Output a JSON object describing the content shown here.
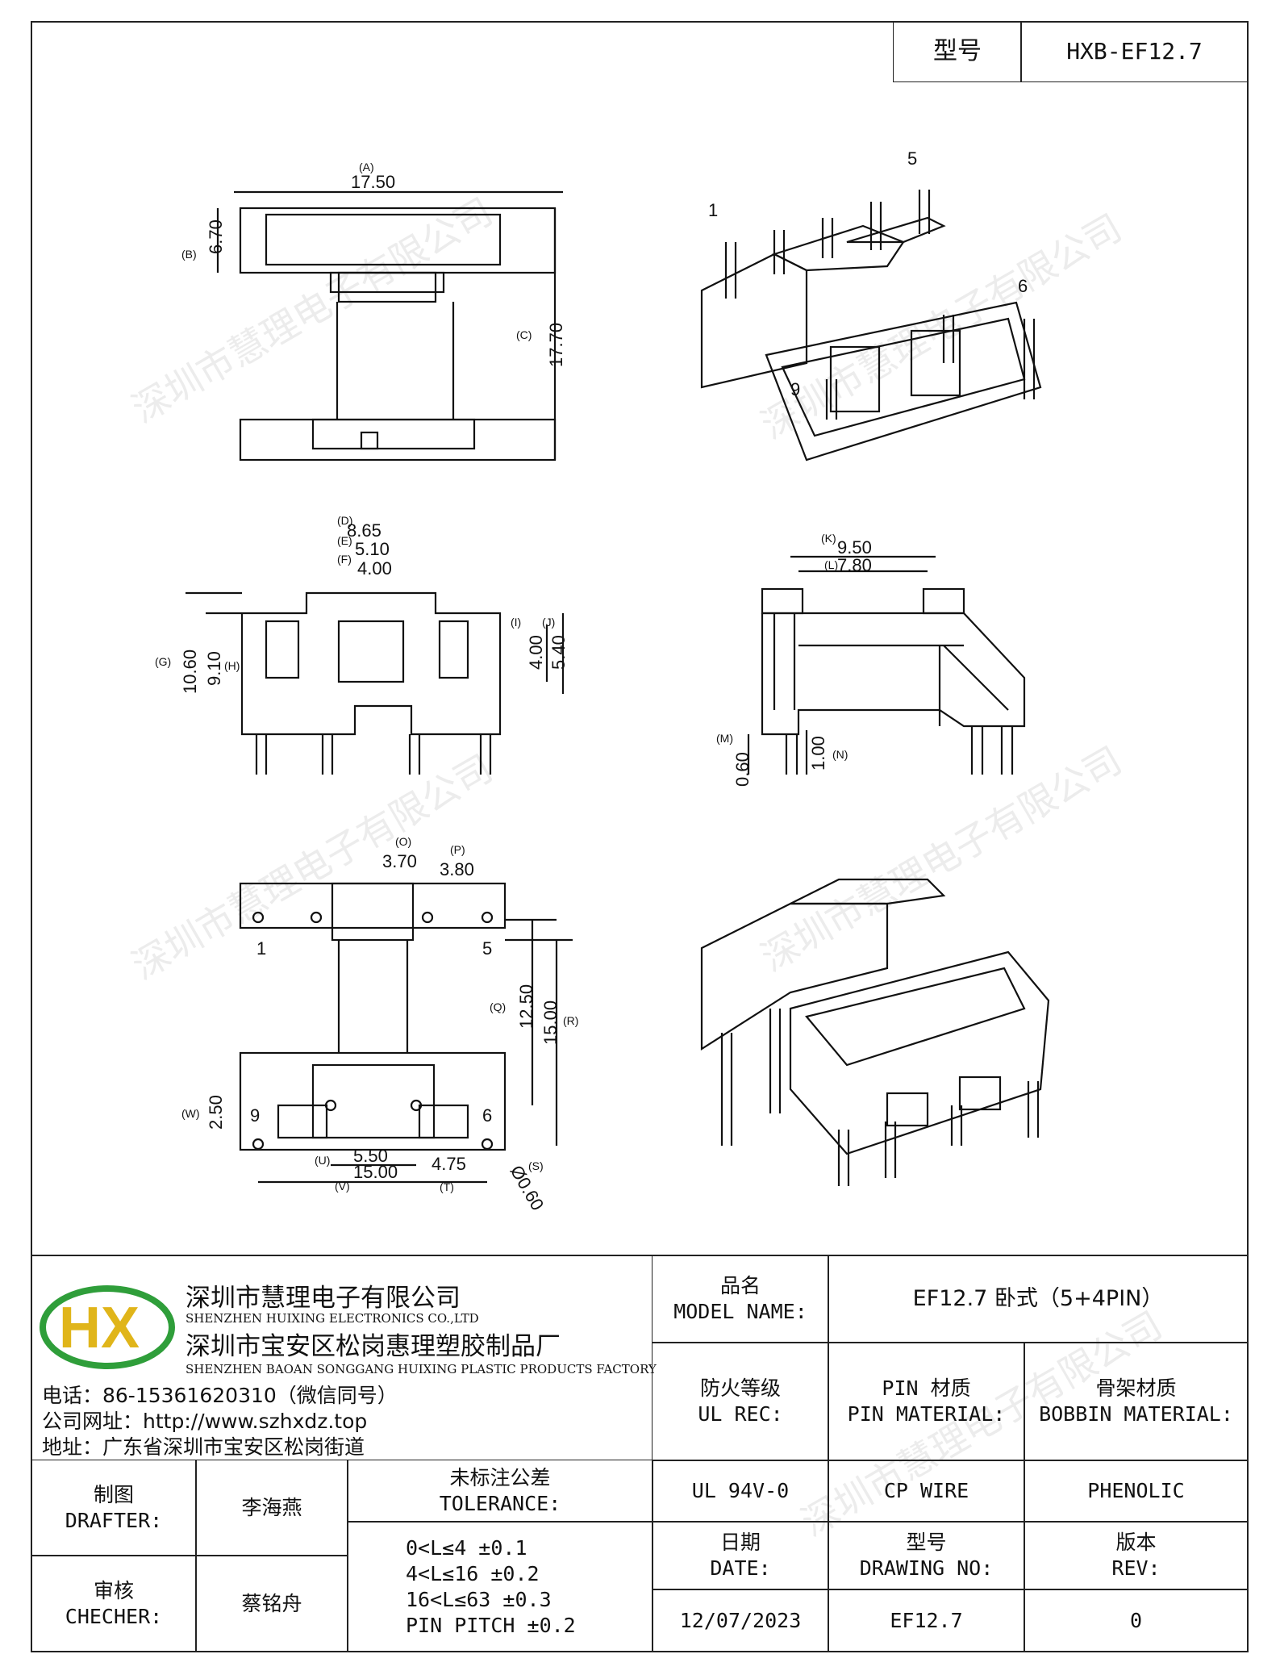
{
  "header": {
    "model_label": "型号",
    "model_value": "HXB-EF12.7"
  },
  "watermark": "深圳市慧理电子有限公司",
  "drawing": {
    "pins_top_view": [
      "1",
      "5",
      "6",
      "9"
    ],
    "pins_3d": [
      "1",
      "5",
      "6",
      "9"
    ],
    "dimensions": {
      "A": "17.50",
      "B": "6.70",
      "C": "17.70",
      "D": "8.65",
      "E": "5.10",
      "F": "4.00",
      "G": "10.60",
      "H": "9.10",
      "I": "4.00",
      "J": "5.40",
      "K": "9.50",
      "L": "7.80",
      "M": "0.60",
      "N": "1.00",
      "O": "3.70",
      "P": "3.80",
      "Q": "12.50",
      "R": "15.00",
      "S": "Ø0.60",
      "T": "4.75",
      "U": "5.50",
      "V": "15.00",
      "W": "2.50"
    },
    "dim_letters": {
      "A": "(A)",
      "B": "(B)",
      "C": "(C)",
      "D": "(D)",
      "E": "(E)",
      "F": "(F)",
      "G": "(G)",
      "H": "(H)",
      "I": "(I)",
      "J": "(J)",
      "K": "(K)",
      "L": "(L)",
      "M": "(M)",
      "N": "(N)",
      "O": "(O)",
      "P": "(P)",
      "Q": "(Q)",
      "R": "(R)",
      "S": "(S)",
      "T": "(T)",
      "U": "(U)",
      "V": "(V)",
      "W": "(W)"
    }
  },
  "company": {
    "name_cn": "深圳市慧理电子有限公司",
    "name_en": "SHENZHEN HUIXING ELECTRONICS CO.,LTD",
    "factory_cn": "深圳市宝安区松岗惠理塑胶制品厂",
    "factory_en": "SHENZHEN BAOAN SONGGANG HUIXING PLASTIC PRODUCTS FACTORY",
    "phone": "电话：86-15361620310（微信同号）",
    "website": "公司网址：http://www.szhxdz.top",
    "address": "地址：广东省深圳市宝安区松岗街道",
    "logo_text": "HX"
  },
  "title_block": {
    "model_name_label_cn": "品名",
    "model_name_label_en": "MODEL NAME:",
    "model_name_value": "EF12.7 卧式（5+4PIN）",
    "fire_label_cn": "防火等级",
    "fire_label_en": "UL REC:",
    "pin_label_cn": "PIN 材质",
    "pin_label_en": "PIN MATERIAL:",
    "bobbin_label_cn": "骨架材质",
    "bobbin_label_en": "BOBBIN MATERIAL:",
    "fire_value": "UL 94V-0",
    "pin_value": "CP WIRE",
    "bobbin_value": "PHENOLIC",
    "drafter_cn": "制图",
    "drafter_en": "DRAFTER:",
    "drafter_name": "李海燕",
    "checker_cn": "审核",
    "checker_en": "CHECHER:",
    "checker_name": "蔡铭舟",
    "tolerance_cn": "未标注公差",
    "tolerance_en": "TOLERANCE:",
    "tolerance_rows": [
      "0<L≤4  ±0.1",
      "4<L≤16 ±0.2",
      "16<L≤63 ±0.3",
      "PIN PITCH ±0.2"
    ],
    "date_cn": "日期",
    "date_en": "DATE:",
    "date_value": "12/07/2023",
    "drawing_no_cn": "型号",
    "drawing_no_en": "DRAWING NO:",
    "drawing_no_value": "EF12.7",
    "rev_cn": "版本",
    "rev_en": "REV:",
    "rev_value": "0"
  }
}
